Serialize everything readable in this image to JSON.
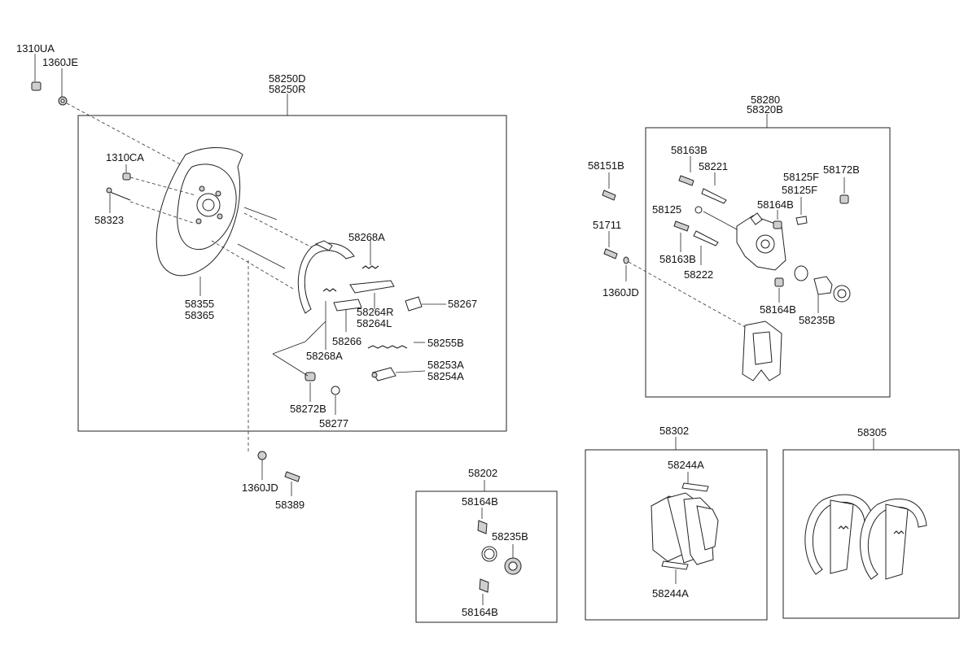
{
  "labels": {
    "l1310ua": "1310UA",
    "l1360je": "1360JE",
    "l58250d": "58250D",
    "l58250r": "58250R",
    "l1310ca": "1310CA",
    "l58323": "58323",
    "l58355": "58355",
    "l58365": "58365",
    "l58268a_top": "58268A",
    "l58267": "58267",
    "l58264r": "58264R",
    "l58264l": "58264L",
    "l58266": "58266",
    "l58255b": "58255B",
    "l58268a_bot": "58268A",
    "l58253a": "58253A",
    "l58254a": "58254A",
    "l58272b": "58272B",
    "l58277": "58277",
    "l1360jd_left": "1360JD",
    "l58389": "58389",
    "l58280": "58280",
    "l58320b": "58320B",
    "l58151b": "58151B",
    "l51711": "51711",
    "l1360jd_right": "1360JD",
    "l58163b_top": "58163B",
    "l58221": "58221",
    "l58125f_1": "58125F",
    "l58125f_2": "58125F",
    "l58172b": "58172B",
    "l58164b_cal": "58164B",
    "l58125": "58125",
    "l58163b_bot": "58163B",
    "l58222": "58222",
    "l58164b_cal_bot": "58164B",
    "l58235b_cal": "58235B",
    "l58202": "58202",
    "l58164b_k1": "58164B",
    "l58235b_k": "58235B",
    "l58164b_k2": "58164B",
    "l58302": "58302",
    "l58244a_top": "58244A",
    "l58244a_bot": "58244A",
    "l58305": "58305"
  }
}
